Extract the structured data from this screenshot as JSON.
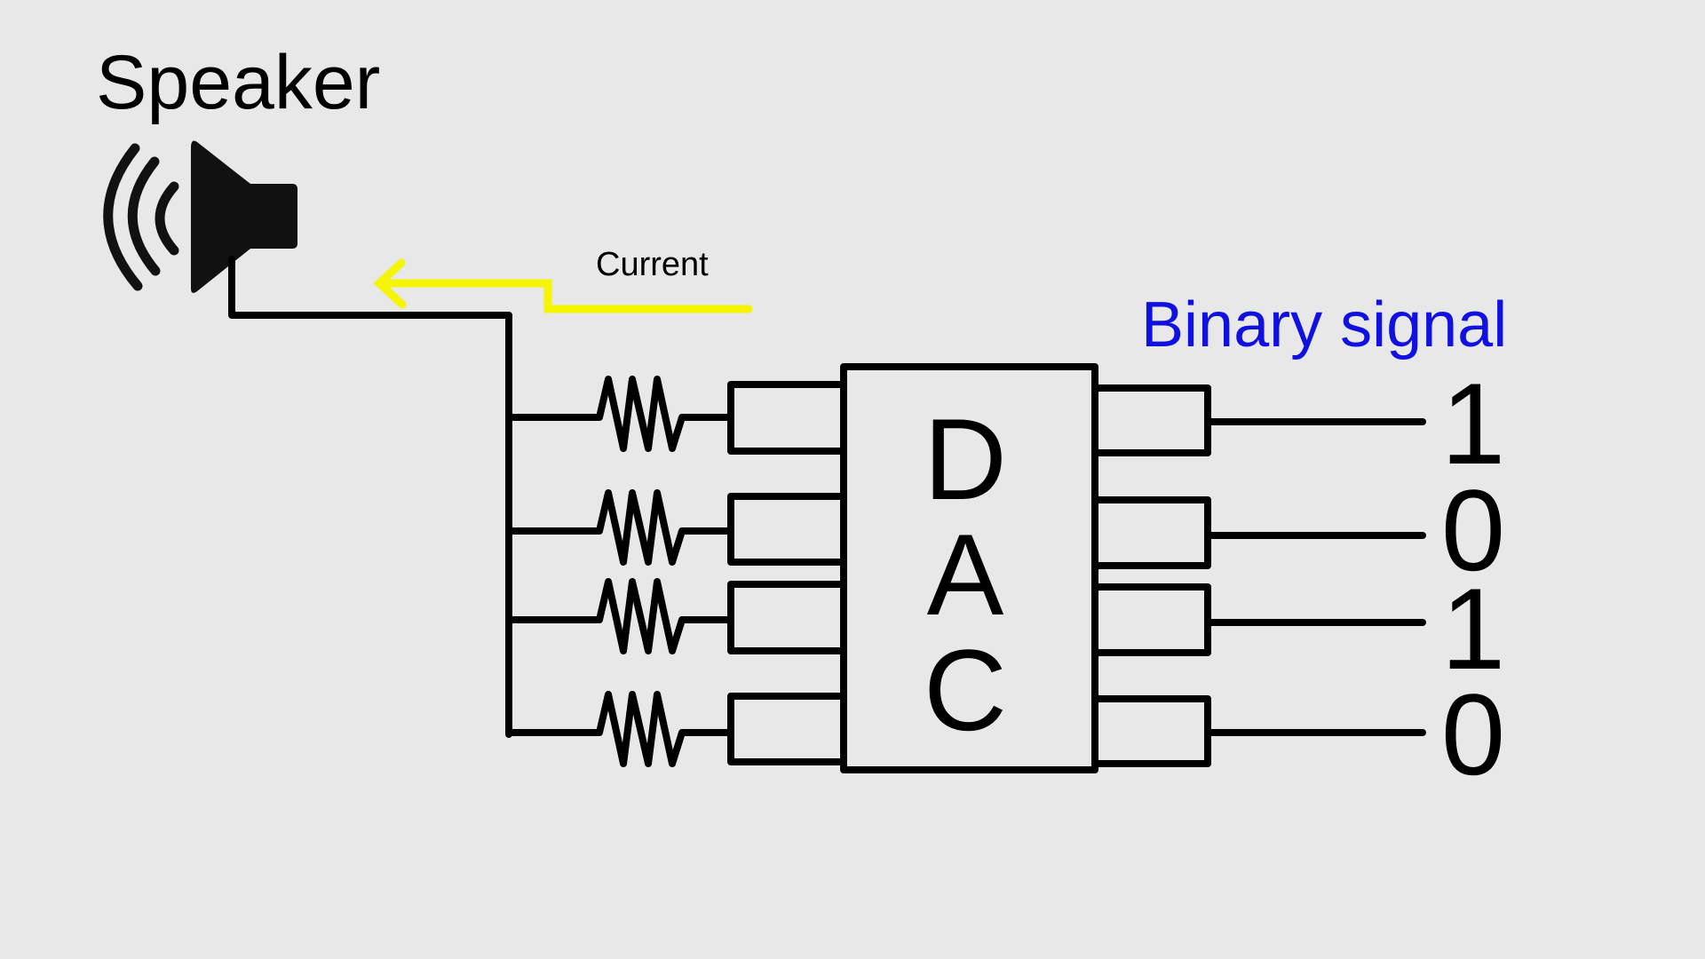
{
  "labels": {
    "speaker": "Speaker",
    "current": "Current",
    "binary_signal": "Binary signal",
    "dac_letters": [
      "D",
      "A",
      "C"
    ]
  },
  "binary_bits": [
    "1",
    "0",
    "1",
    "0"
  ],
  "resistor_count": 4,
  "colors": {
    "background": "#e8e8e8",
    "line": "#000000",
    "current_arrow": "#f5f500",
    "binary_label": "#1010e0"
  },
  "icons": {
    "speaker": "speaker-icon",
    "current_direction": "arrow-left-icon"
  }
}
